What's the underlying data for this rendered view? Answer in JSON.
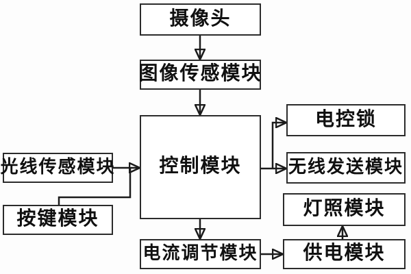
{
  "diagram": {
    "type": "block-diagram",
    "language": "zh-CN",
    "nodes": {
      "camera": {
        "label": "摄像头"
      },
      "image_sensor": {
        "label": "图像传感模块"
      },
      "control": {
        "label": "控制模块"
      },
      "light_sensor": {
        "label": "光线传感模块"
      },
      "button": {
        "label": "按键模块"
      },
      "electric_lock": {
        "label": "电控锁"
      },
      "wireless_transmit": {
        "label": "无线发送模块"
      },
      "lighting": {
        "label": "灯照模块"
      },
      "power_supply": {
        "label": "供电模块"
      },
      "current_regulator": {
        "label": "电流调节模块"
      }
    },
    "edges": [
      {
        "from": "摄像头",
        "to": "图像传感模块",
        "arrow": true
      },
      {
        "from": "图像传感模块",
        "to": "控制模块",
        "arrow": true
      },
      {
        "from": "光线传感模块",
        "to": "控制模块",
        "arrow": true
      },
      {
        "from": "按键模块",
        "to": "控制模块",
        "arrow": true,
        "note": "joins light-sensor arrow line"
      },
      {
        "from": "控制模块",
        "to": "电控锁",
        "arrow": true
      },
      {
        "from": "控制模块",
        "to": "无线发送模块",
        "arrow": true
      },
      {
        "from": "控制模块",
        "to": "电流调节模块",
        "arrow": true
      },
      {
        "from": "电流调节模块",
        "to": "供电模块",
        "arrow": true
      },
      {
        "from": "供电模块",
        "to": "灯照模块",
        "arrow": true
      }
    ],
    "colors": {
      "background": "#fdfdfd",
      "box_fill": "#ffffff",
      "box_border": "#2b2b2b",
      "line": "#1b1b1b",
      "text": "#101010"
    }
  }
}
